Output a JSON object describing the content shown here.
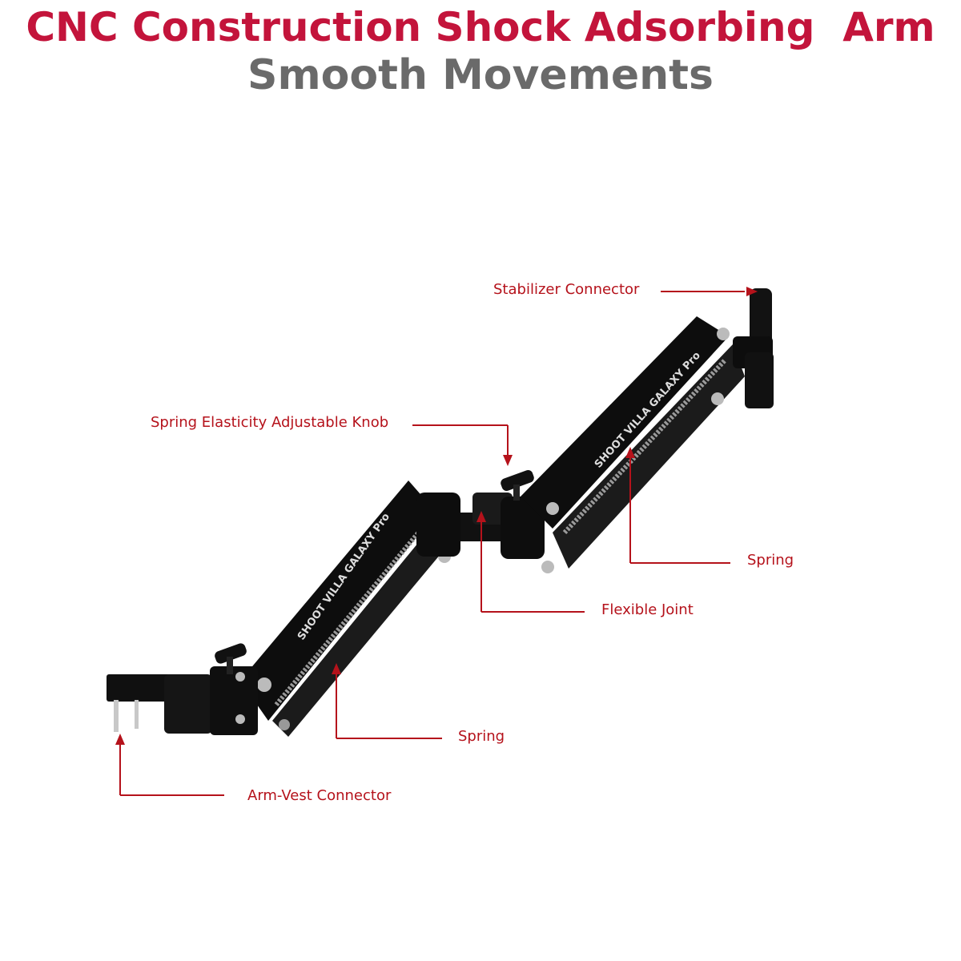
{
  "header": {
    "title": "CNC Construction Shock Adsorbing  Arm",
    "subtitle": "Smooth Movements"
  },
  "callouts": {
    "stabilizer_connector": "Stabilizer Connector",
    "spring_knob": "Spring Elasticity Adjustable Knob",
    "spring_upper": "Spring",
    "flexible_joint": "Flexible Joint",
    "spring_lower": "Spring",
    "arm_vest_connector": "Arm-Vest Connector"
  },
  "product": {
    "brand_text": "SHOOT VILLA GALAXY Pro"
  },
  "colors": {
    "title": "#c3143b",
    "subtitle": "#6a6a6a",
    "callout": "#b5121b",
    "arm": "#111111"
  }
}
